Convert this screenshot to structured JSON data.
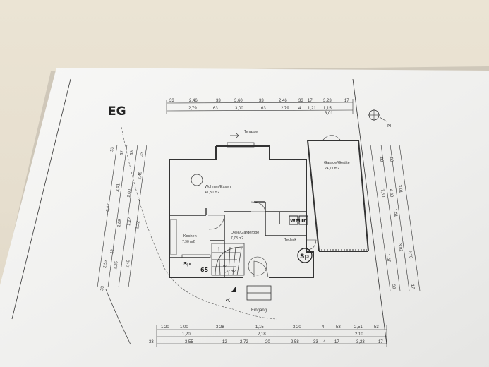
{
  "plan": {
    "floor_label": "EG",
    "compass_label": "N",
    "rooms": {
      "terrace": "Terrasse",
      "living": "Wohnen/Essen",
      "living_area": "41,30 m2",
      "kitchen": "Kochen",
      "kitchen_area": "7,90 m2",
      "hall": "Diele/Garderobe",
      "hall_area": "7,78 m2",
      "bath": "WC",
      "bath_area": "1,32 m2",
      "technik": "Technik",
      "garage": "Garage/Geräte",
      "garage_area": "24,71 m2",
      "entrance": "Eingang"
    },
    "handwritten": {
      "washer": "WM",
      "dryer": "Tr",
      "storage": "Sp",
      "storage2": "Sp",
      "number": "65"
    },
    "section_mark": "A",
    "top_dims_row1": [
      "33",
      "2,46",
      "33",
      "3,60",
      "33",
      "2,46",
      "33",
      "17",
      "3,23",
      "17"
    ],
    "top_dims_row2": [
      "2,79",
      "63",
      "3,00",
      "63",
      "2,79",
      "4",
      "1,21",
      "1,15",
      "3,01"
    ],
    "bottom_dims_row1": [
      "1,20",
      "1,00",
      "3,28",
      "1,15",
      "3,20",
      "4",
      "53",
      "2,51",
      "53"
    ],
    "bottom_dims_row2": [
      "1,20",
      "2,18",
      "2,10"
    ],
    "bottom_dims_row3": [
      "33",
      "3,55",
      "12",
      "2,72",
      "20",
      "2,58",
      "33",
      "4",
      "17",
      "3,23",
      "17"
    ],
    "left_dims": [
      "33",
      "37",
      "33",
      "33",
      "3,91",
      "1,00",
      "2,45",
      "6,57",
      "1,88",
      "1,12",
      "1,22",
      "2,53",
      "1,25",
      "2,40",
      "12",
      "33"
    ],
    "right_dims": [
      "1,80",
      "1,80",
      "7,60",
      "3,01",
      "4,30",
      "1,51",
      "3,92",
      "2,70",
      "1,57",
      "33",
      "17"
    ]
  }
}
